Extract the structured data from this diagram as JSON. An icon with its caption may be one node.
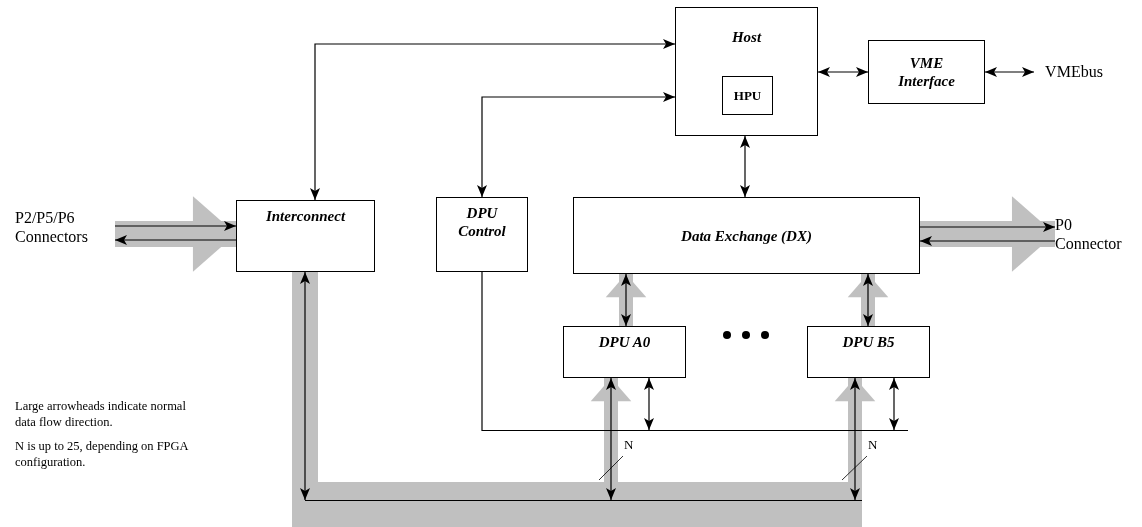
{
  "diagram": {
    "nodes": [
      {
        "text": [
          "Host"
        ]
      },
      {
        "text": [
          "HPU"
        ],
        "in": 0
      },
      {
        "text": [
          "VME Interface"
        ]
      },
      {
        "text": [
          "VMEbus"
        ]
      },
      {
        "text": [
          "P2/P5/P6 Connectors"
        ]
      },
      {
        "text": [
          "Interconnect"
        ]
      },
      {
        "text": [
          "DPU Control"
        ]
      },
      {
        "text": [
          "Data Exchange (DX)"
        ]
      },
      {
        "text": [
          "P0 Connector"
        ]
      },
      {
        "text": [
          "DPU A0"
        ]
      },
      {
        "text": [
          "DPU B5"
        ]
      },
      {
        "text": [],
        "shape": "bar"
      },
      {
        "text": [],
        "shape": "bar"
      }
    ],
    "edges": [
      {
        "from": 5,
        "to": 0,
        "arrow": "both"
      },
      {
        "from": 6,
        "to": 0,
        "arrow": "both"
      },
      {
        "from": 0,
        "to": 2,
        "arrow": "both"
      },
      {
        "from": 2,
        "to": 3,
        "arrow": "both"
      },
      {
        "from": 0,
        "to": 7,
        "arrow": "both"
      },
      {
        "from": 4,
        "to": 5,
        "arrow": "to",
        "style": "thick",
        "color": "#c0c0c0"
      },
      {
        "from": 4,
        "to": 5,
        "arrow": "to"
      },
      {
        "from": 5,
        "to": 4,
        "arrow": "to"
      },
      {
        "from": 7,
        "to": 8,
        "arrow": "to",
        "style": "thick",
        "color": "#c0c0c0"
      },
      {
        "from": 7,
        "to": 8,
        "arrow": "to"
      },
      {
        "from": 8,
        "to": 7,
        "arrow": "to"
      },
      {
        "from": 9,
        "to": 7,
        "arrow": "to",
        "style": "thick",
        "color": "#c0c0c0"
      },
      {
        "from": 9,
        "to": 7,
        "arrow": "both"
      },
      {
        "from": 10,
        "to": 7,
        "arrow": "to",
        "style": "thick",
        "color": "#c0c0c0"
      },
      {
        "from": 10,
        "to": 7,
        "arrow": "both"
      },
      {
        "from": 5,
        "to": 12,
        "arrow": "none",
        "style": "thick",
        "color": "#c0c0c0"
      },
      {
        "from": 5,
        "to": 12,
        "arrow": "both"
      },
      {
        "from": 12,
        "to": 9,
        "arrow": "to",
        "style": "thick",
        "color": "#c0c0c0"
      },
      {
        "from": 12,
        "to": 9,
        "arrow": "both",
        "label": "N"
      },
      {
        "from": 12,
        "to": 10,
        "arrow": "to",
        "style": "thick",
        "color": "#c0c0c0"
      },
      {
        "from": 12,
        "to": 10,
        "arrow": "both",
        "label": "N"
      },
      {
        "from": 6,
        "to": 11,
        "arrow": "none"
      },
      {
        "from": 9,
        "to": 11,
        "arrow": "both"
      },
      {
        "from": 10,
        "to": 11,
        "arrow": "both"
      }
    ],
    "labels": [
      "Large arrowheads indicate normal data flow direction.",
      "N is up to 25, depending on FPGA configuration."
    ]
  }
}
